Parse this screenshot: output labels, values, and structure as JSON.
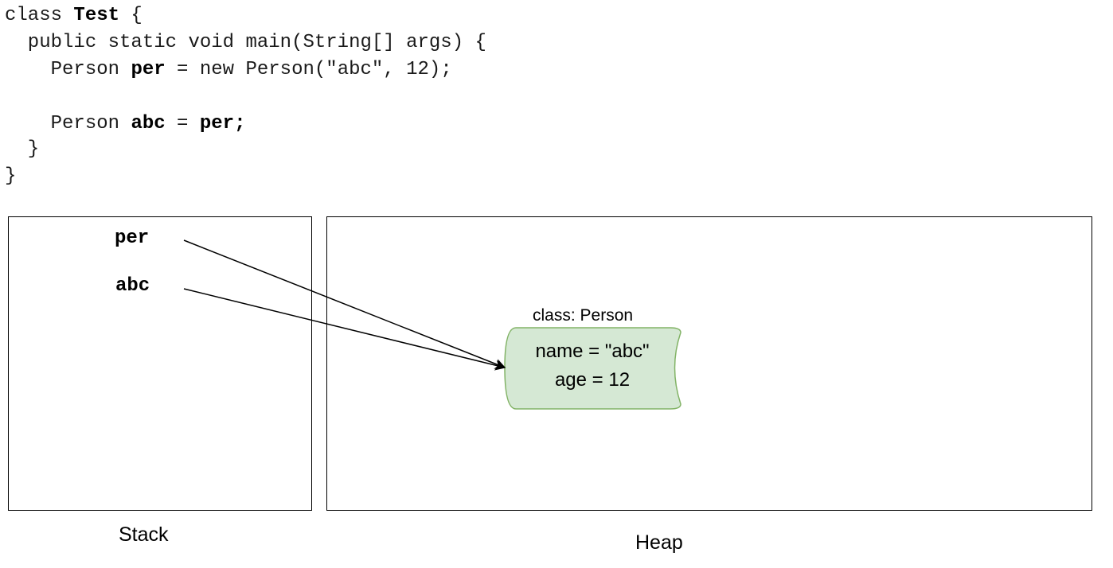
{
  "code": {
    "lines": [
      [
        {
          "t": "class "
        },
        {
          "t": "Test",
          "b": true
        },
        {
          "t": " {"
        }
      ],
      [
        {
          "t": "  public static void main(String[] args) {"
        }
      ],
      [
        {
          "t": "    Person "
        },
        {
          "t": "per",
          "b": true
        },
        {
          "t": " = new Person(\"abc\", 12);"
        }
      ],
      [
        {
          "t": ""
        }
      ],
      [
        {
          "t": "    Person "
        },
        {
          "t": "abc",
          "b": true
        },
        {
          "t": " = "
        },
        {
          "t": "per;",
          "b": true
        }
      ],
      [
        {
          "t": "  }"
        }
      ],
      [
        {
          "t": "}"
        }
      ]
    ]
  },
  "stack": {
    "variables": [
      "per",
      "abc"
    ],
    "caption": "Stack"
  },
  "heap": {
    "object": {
      "class_label": "class: Person",
      "fields": [
        "name = \"abc\"",
        "age = 12"
      ],
      "fill": "#d5e8d4",
      "stroke": "#82b366"
    },
    "caption": "Heap"
  }
}
